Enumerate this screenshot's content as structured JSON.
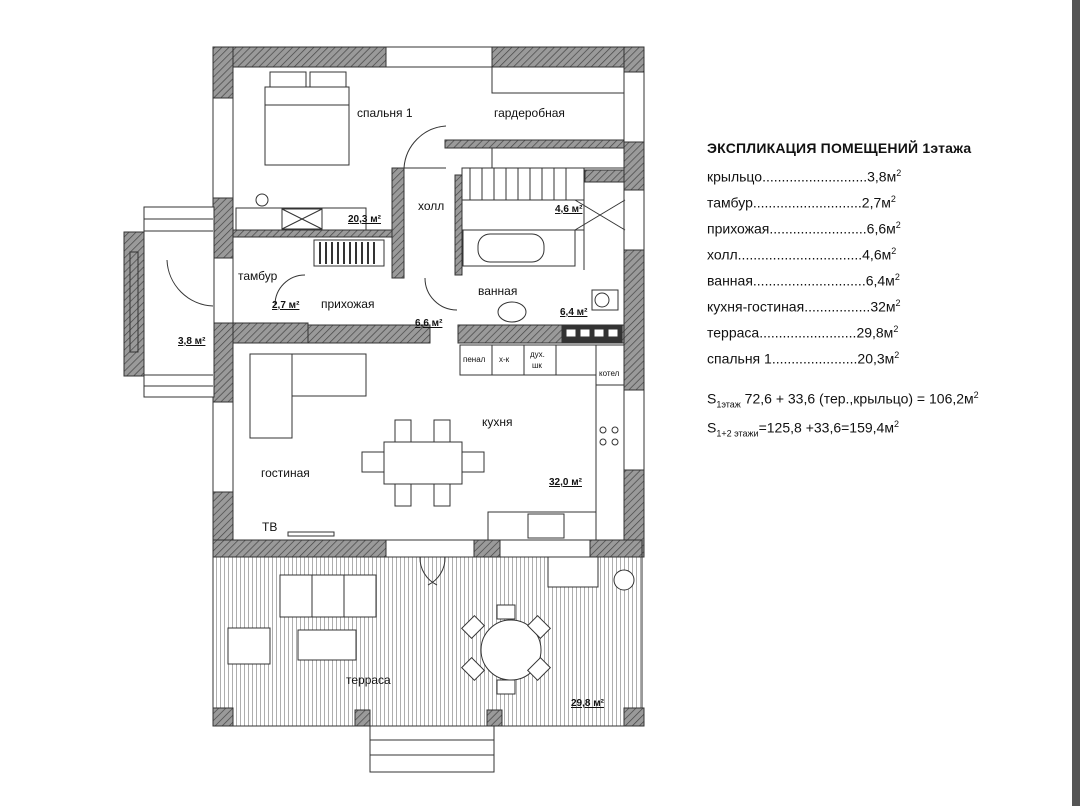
{
  "rooms": {
    "bedroom": "спальня 1",
    "wardrobe": "гардеробная",
    "hall": "холл",
    "vestibule": "тамбур",
    "entrance": "прихожая",
    "bathroom": "ванная",
    "kitchen": "кухня",
    "living": "гостиная",
    "terrace": "терраса",
    "tv": "ТВ",
    "boiler": "котел",
    "pencil_case": "пенал",
    "fridge": "х-к",
    "oven_top": "дух.",
    "oven_bottom": "шк"
  },
  "areas": {
    "bedroom": "20,3 м²",
    "hall": "4,6 м²",
    "vestibule": "2,7 м²",
    "porch": "3,8 м²",
    "entrance": "6,6 м²",
    "bathroom": "6,4 м²",
    "kitchen": "32,0 м²",
    "terrace": "29,8 м²"
  },
  "legend": {
    "title": "ЭКСПЛИКАЦИЯ ПОМЕЩЕНИЙ 1этажа",
    "rows": [
      {
        "name": "крыльцо",
        "dots": "...........................",
        "value": "3,8м",
        "sup": "2"
      },
      {
        "name": "тамбур",
        "dots": "............................",
        "value": "2,7м",
        "sup": "2"
      },
      {
        "name": "прихожая",
        "dots": ".........................",
        "value": "6,6м",
        "sup": "2"
      },
      {
        "name": "холл",
        "dots": "................................",
        "value": "4,6м",
        "sup": "2"
      },
      {
        "name": "ванная",
        "dots": ".............................",
        "value": "6,4м",
        "sup": "2"
      },
      {
        "name": "кухня-гостиная",
        "dots": ".................",
        "value": "32м",
        "sup": "2"
      },
      {
        "name": "терраса",
        "dots": ".........................",
        "value": "29,8м",
        "sup": "2"
      },
      {
        "name": "спальня 1",
        "dots": "......................",
        "value": "20,3м",
        "sup": "2"
      }
    ],
    "sum1_s": "S",
    "sum1_sub": "1этаж",
    "sum1_text": " 72,6  + 33,6 (тер.,крыльцо) = 106,2м",
    "sum1_sup": "2",
    "sum2_s": "S",
    "sum2_sub": "1+2  этажи",
    "sum2_text": "=125,8 +33,6=159,4м",
    "sum2_sup": "2"
  },
  "colors": {
    "wall": "#7a7a7a",
    "line": "#222222",
    "background": "#ffffff"
  }
}
